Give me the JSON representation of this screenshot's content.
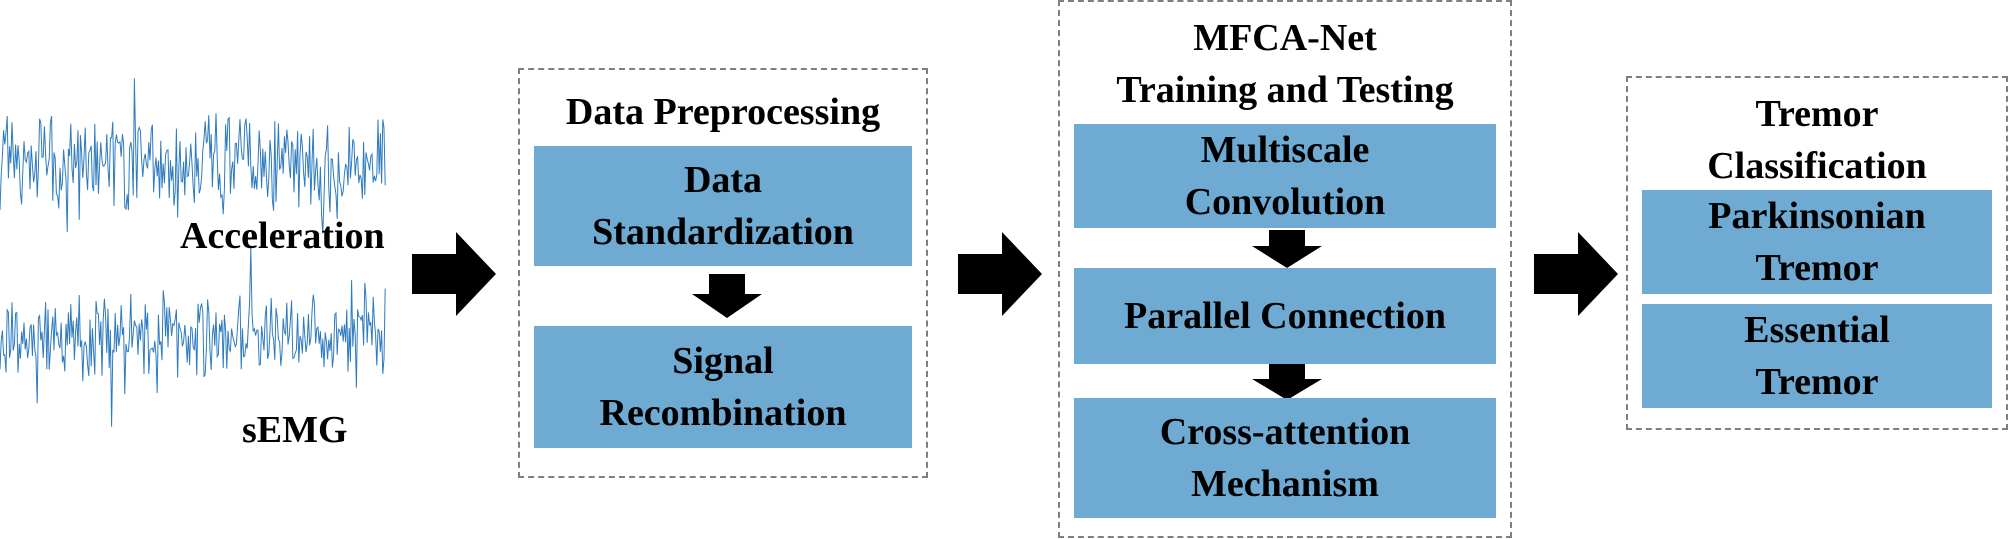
{
  "signals": {
    "acceleration_label": "Acceleration",
    "semg_label": "sEMG",
    "color": "#2e7bbf"
  },
  "panels": {
    "preprocessing": {
      "title": "Data Preprocessing",
      "boxes": [
        "Data\nStandardization",
        "Signal\nRecombination"
      ]
    },
    "mfca": {
      "title": "MFCA-Net\nTraining and Testing",
      "boxes": [
        "Multiscale\nConvolution",
        "Parallel Connection",
        "Cross-attention\nMechanism"
      ]
    },
    "classification": {
      "title": "Tremor\nClassification",
      "boxes": [
        "Parkinsonian\nTremor",
        "Essential\nTremor"
      ]
    }
  },
  "colors": {
    "box_fill": "#6eaad2",
    "arrow": "#000000",
    "panel_border": "#7f7f7f"
  }
}
